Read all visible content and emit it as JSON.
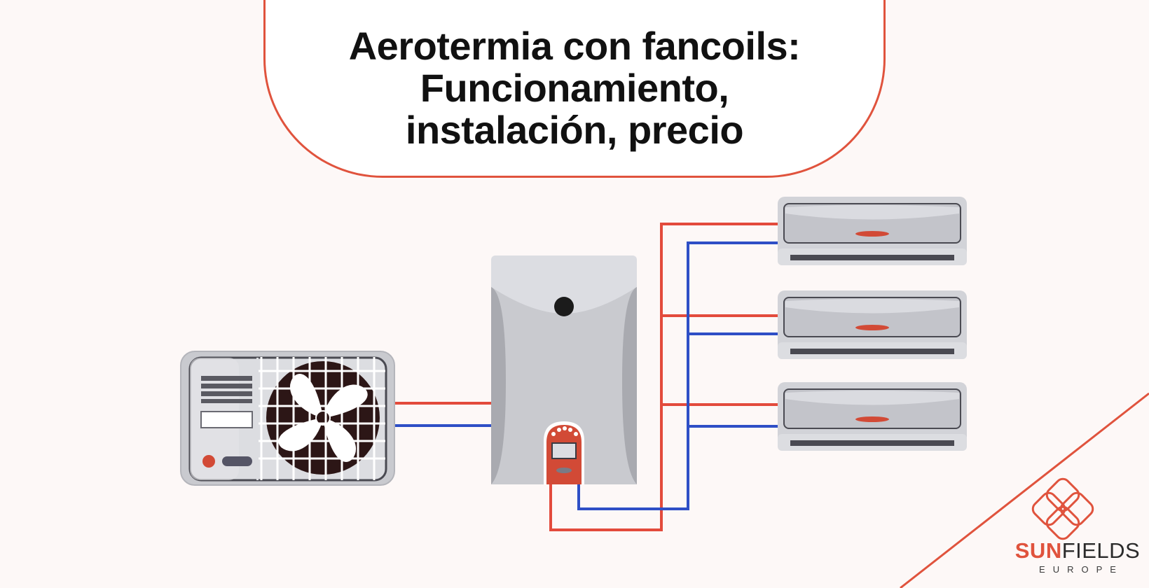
{
  "title": {
    "lines": [
      "Aerotermia con fancoils:",
      "Funcionamiento,",
      "instalación, precio"
    ]
  },
  "brand": {
    "name_part1": "SUN",
    "name_part2": "FIELDS",
    "subtitle": "EUROPE"
  },
  "colors": {
    "accent": "#e0533d",
    "hot_pipe": "#e34b3c",
    "cold_pipe": "#2e4fc6",
    "background": "#fdf8f7",
    "fan_dark": "#2c1616",
    "unit_grey": "#d2d3d8"
  },
  "icons": [
    "outdoor-heat-pump-icon",
    "fan-icon",
    "indoor-hydro-unit-icon",
    "fancoil-unit-icon",
    "sunfields-logo-icon"
  ]
}
